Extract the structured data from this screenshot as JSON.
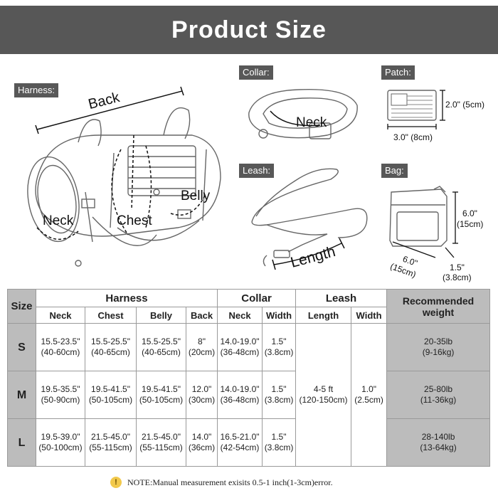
{
  "title": "Product Size",
  "sections": {
    "harness": "Harness:",
    "collar": "Collar:",
    "patch": "Patch:",
    "leash": "Leash:",
    "bag": "Bag:"
  },
  "harness_labels": {
    "back": "Back",
    "neck": "Neck",
    "chest": "Chest",
    "belly": "Belly"
  },
  "collar_labels": {
    "neck": "Neck"
  },
  "leash_labels": {
    "length": "Length"
  },
  "patch_dims": {
    "height": "2.0\" (5cm)",
    "width": "3.0\" (8cm)"
  },
  "bag_dims": {
    "height": "6.0\"",
    "height_cm": "(15cm)",
    "width": "6.0\"",
    "width_cm": "(15cm)",
    "depth": "1.5\"",
    "depth_cm": "(3.8cm)"
  },
  "table": {
    "size_header": "Size",
    "group_headers": {
      "harness": "Harness",
      "collar": "Collar",
      "leash": "Leash",
      "recommended": "Recommended weight"
    },
    "sub_headers": {
      "h_neck": "Neck",
      "h_chest": "Chest",
      "h_belly": "Belly",
      "h_back": "Back",
      "c_neck": "Neck",
      "c_width": "Width",
      "l_length": "Length",
      "l_width": "Width"
    },
    "rows": [
      {
        "size": "S",
        "h_neck": [
          "15.5-23.5\"",
          "(40-60cm)"
        ],
        "h_chest": [
          "15.5-25.5\"",
          "(40-65cm)"
        ],
        "h_belly": [
          "15.5-25.5\"",
          "(40-65cm)"
        ],
        "h_back": [
          "8\"",
          "(20cm)"
        ],
        "c_neck": [
          "14.0-19.0\"",
          "(36-48cm)"
        ],
        "c_width": [
          "1.5\"",
          "(3.8cm)"
        ],
        "weight": [
          "20-35lb",
          "(9-16kg)"
        ]
      },
      {
        "size": "M",
        "h_neck": [
          "19.5-35.5\"",
          "(50-90cm)"
        ],
        "h_chest": [
          "19.5-41.5\"",
          "(50-105cm)"
        ],
        "h_belly": [
          "19.5-41.5\"",
          "(50-105cm)"
        ],
        "h_back": [
          "12.0\"",
          "(30cm)"
        ],
        "c_neck": [
          "14.0-19.0\"",
          "(36-48cm)"
        ],
        "c_width": [
          "1.5\"",
          "(3.8cm)"
        ],
        "weight": [
          "25-80lb",
          "(11-36kg)"
        ]
      },
      {
        "size": "L",
        "h_neck": [
          "19.5-39.0\"",
          "(50-100cm)"
        ],
        "h_chest": [
          "21.5-45.0\"",
          "(55-115cm)"
        ],
        "h_belly": [
          "21.5-45.0\"",
          "(55-115cm)"
        ],
        "h_back": [
          "14.0\"",
          "(36cm)"
        ],
        "c_neck": [
          "16.5-21.0\"",
          "(42-54cm)"
        ],
        "c_width": [
          "1.5\"",
          "(3.8cm)"
        ],
        "weight": [
          "28-140lb",
          "(13-64kg)"
        ]
      }
    ],
    "leash_shared": {
      "length": [
        "4-5 ft",
        "(120-150cm)"
      ],
      "width": [
        "1.0\"",
        "(2.5cm)"
      ]
    }
  },
  "note": "NOTE:Manual measurement exisits 0.5-1 inch(1-3cm)error.",
  "note_icon": "exclamation-icon"
}
